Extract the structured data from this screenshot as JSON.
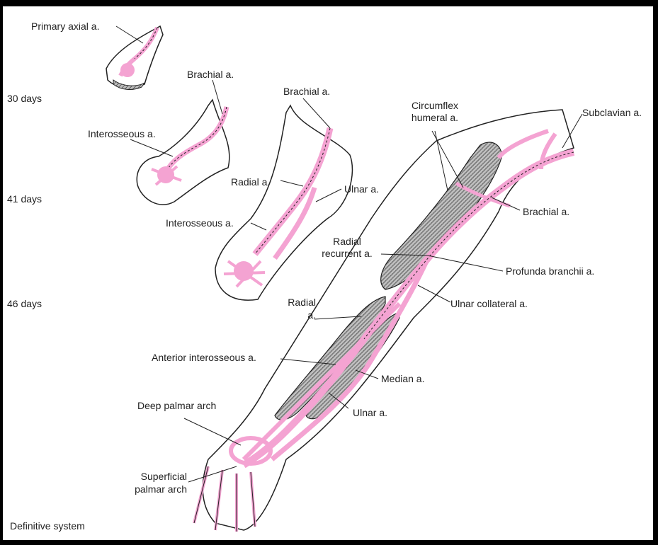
{
  "stages": {
    "s30": "30 days",
    "s41": "41 days",
    "s46": "46 days",
    "definitive": "Definitive system"
  },
  "labels": {
    "primary_axial": "Primary axial a.",
    "brachial_1": "Brachial a.",
    "brachial_2": "Brachial a.",
    "interosseous_1": "Interosseous a.",
    "radial_41": "Radial a.",
    "ulnar_41": "Ulnar a.",
    "interosseous_2": "Interosseous a.",
    "circumflex_1": "Circumflex",
    "circumflex_2": "humeral a.",
    "subclavian": "Subclavian a.",
    "brachial_def": "Brachial a.",
    "radial_recurrent_1": "Radial",
    "radial_recurrent_2": "recurrent a.",
    "profunda": "Profunda branchii a.",
    "radial_def_1": "Radial",
    "radial_def_2": "a.",
    "ulnar_collateral": "Ulnar collateral a.",
    "anterior_interosseous": "Anterior interosseous a.",
    "median": "Median a.",
    "ulnar_def": "Ulnar a.",
    "deep_palmar": "Deep palmar arch",
    "superficial_1": "Superficial",
    "superficial_2": "palmar arch"
  },
  "colors": {
    "artery": "#f4a3d2",
    "outline": "#222222",
    "bone": "#9a9a9a"
  }
}
